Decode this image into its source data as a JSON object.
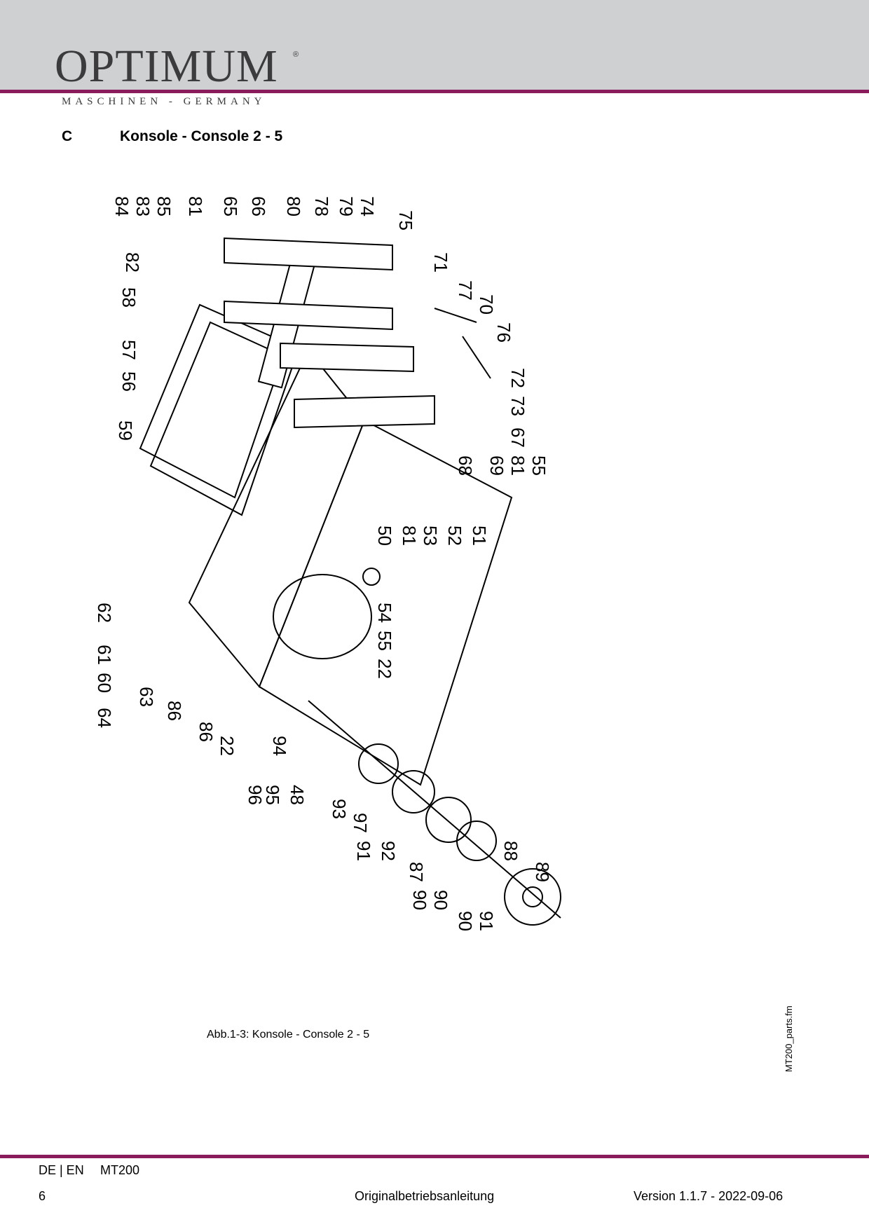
{
  "header": {
    "brand": "OPTIMUM",
    "registered_mark": "®",
    "tagline": "MASCHINEN - GERMANY"
  },
  "section": {
    "letter": "C",
    "title": "Konsole - Console 2 - 5"
  },
  "drawing": {
    "part_numbers": [
      "84",
      "83",
      "85",
      "81",
      "65",
      "66",
      "80",
      "78",
      "79",
      "74",
      "75",
      "82",
      "58",
      "57",
      "56",
      "59",
      "71",
      "77",
      "70",
      "76",
      "72",
      "73",
      "67",
      "55",
      "81",
      "69",
      "68",
      "51",
      "52",
      "53",
      "81",
      "50",
      "54",
      "55",
      "22",
      "62",
      "61",
      "60",
      "64",
      "63",
      "86",
      "86",
      "22",
      "94",
      "96",
      "95",
      "48",
      "93",
      "97",
      "91",
      "92",
      "87",
      "90",
      "90",
      "90",
      "91",
      "88",
      "89"
    ]
  },
  "caption": "Abb.1-3:   Konsole - Console 2 - 5",
  "file_label": "MT200_parts.fm",
  "footer": {
    "lang": "DE | EN",
    "model": "MT200",
    "page": "6",
    "center": "Originalbetriebsanleitung",
    "version": "Version 1.1.7 - 2022-09-06"
  }
}
